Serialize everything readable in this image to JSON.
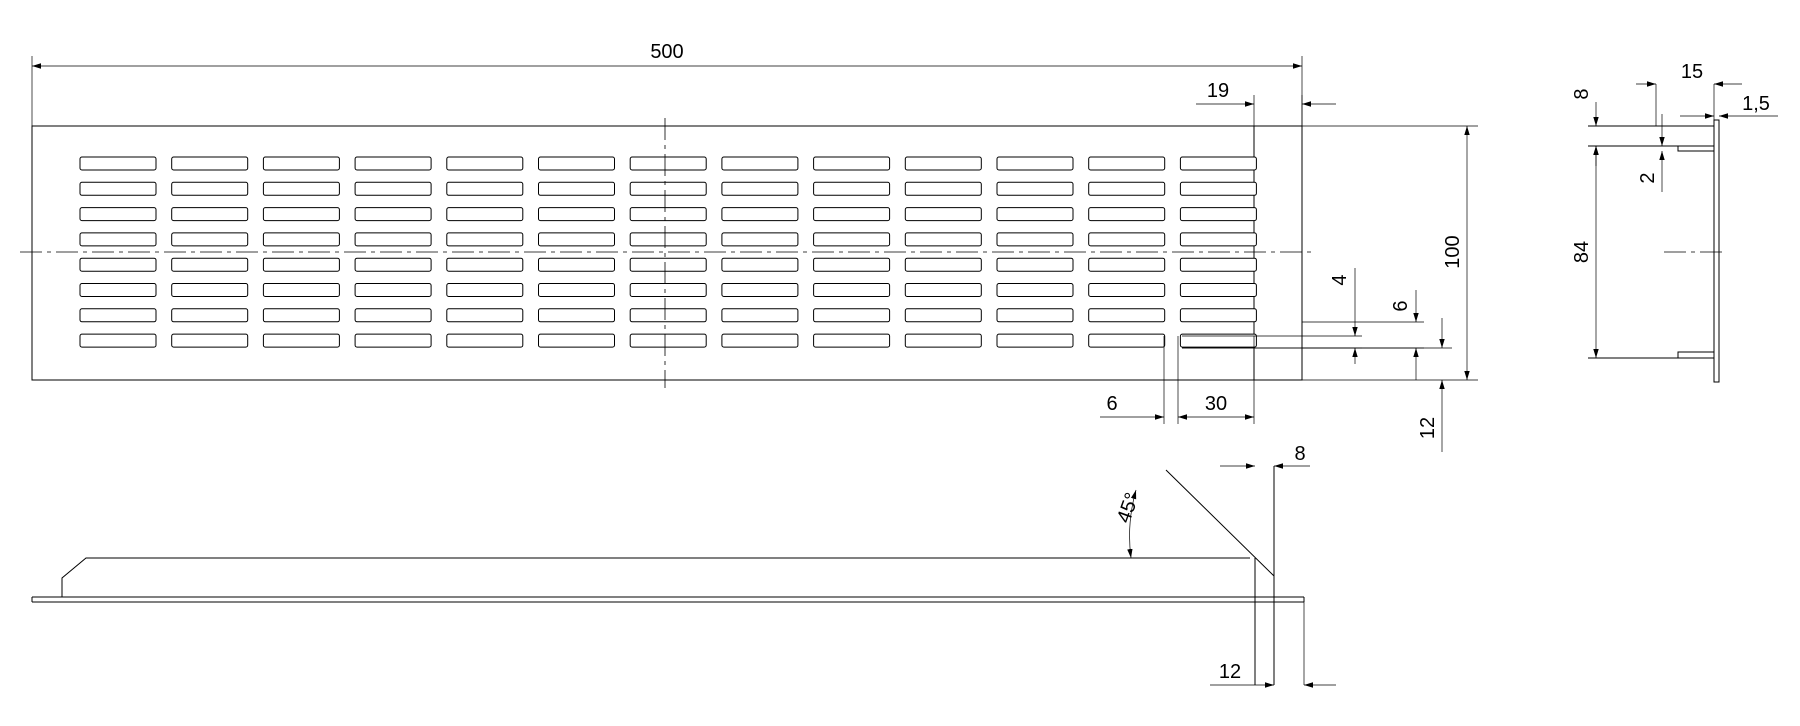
{
  "dimensions": {
    "total_length": "500",
    "end_flange": "19",
    "height": "100",
    "slot_height": "4",
    "slot_pitch": "6",
    "bottom_margin": "12",
    "slot_gap": "6",
    "slot_length": "30",
    "angle": "45°",
    "lip_width": "8",
    "bottom_offset": "12",
    "profile_depth": "15",
    "thickness": "1,5",
    "top_lip": "8",
    "small_gap": "2",
    "inner_height": "84"
  },
  "grille": {
    "rows": 8,
    "columns": 13
  }
}
